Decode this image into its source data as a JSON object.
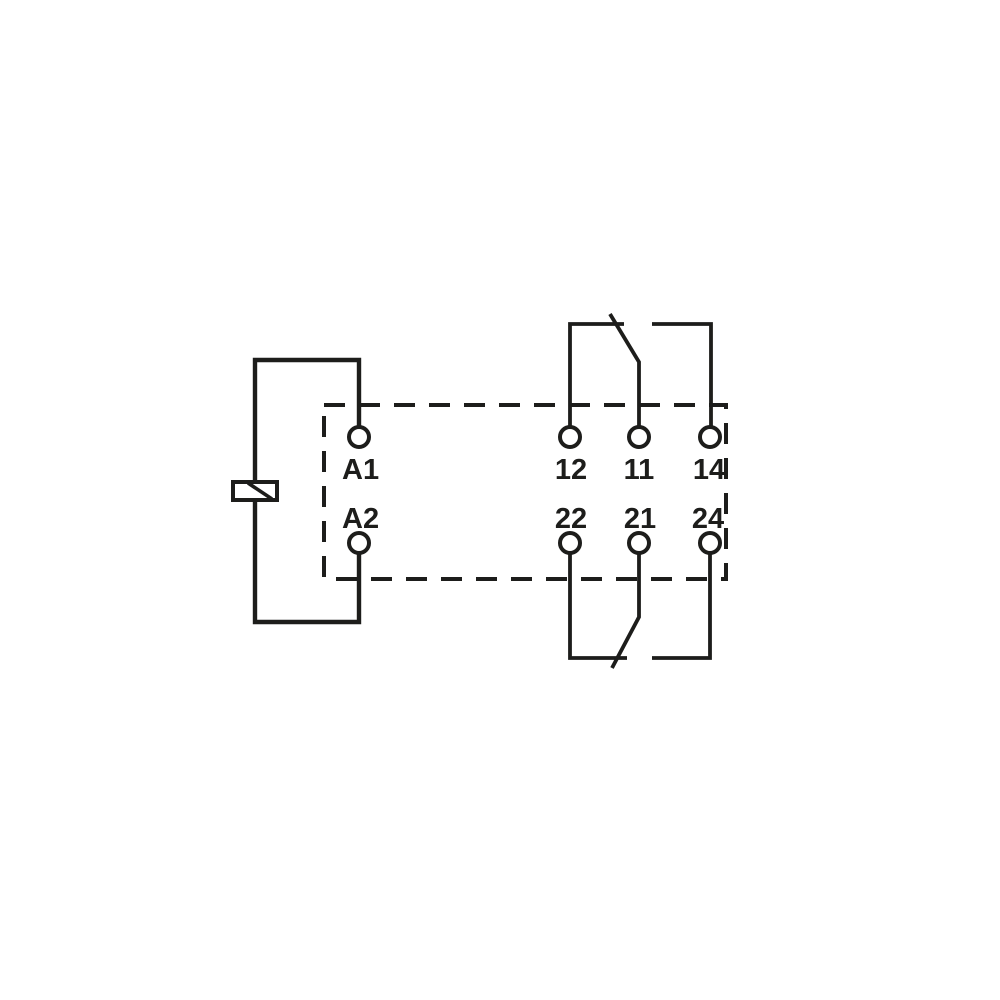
{
  "page": {
    "background_color": "#ffffff"
  },
  "schematic": {
    "kind": "relay wiring diagram",
    "line_color": "#1d1d1b",
    "body_outline_style": "dashed",
    "terminals": [
      {
        "id": "a1",
        "label": "A1",
        "row": "top",
        "group": "coil"
      },
      {
        "id": "a2",
        "label": "A2",
        "row": "bottom",
        "group": "coil"
      },
      {
        "id": "t12",
        "label": "12",
        "row": "top",
        "group": "contact-1",
        "role": "nc"
      },
      {
        "id": "t11",
        "label": "11",
        "row": "top",
        "group": "contact-1",
        "role": "common"
      },
      {
        "id": "t14",
        "label": "14",
        "row": "top",
        "group": "contact-1",
        "role": "no"
      },
      {
        "id": "t22",
        "label": "22",
        "row": "bottom",
        "group": "contact-2",
        "role": "nc"
      },
      {
        "id": "t21",
        "label": "21",
        "row": "bottom",
        "group": "contact-2",
        "role": "common"
      },
      {
        "id": "t24",
        "label": "24",
        "row": "bottom",
        "group": "contact-2",
        "role": "no"
      }
    ]
  }
}
